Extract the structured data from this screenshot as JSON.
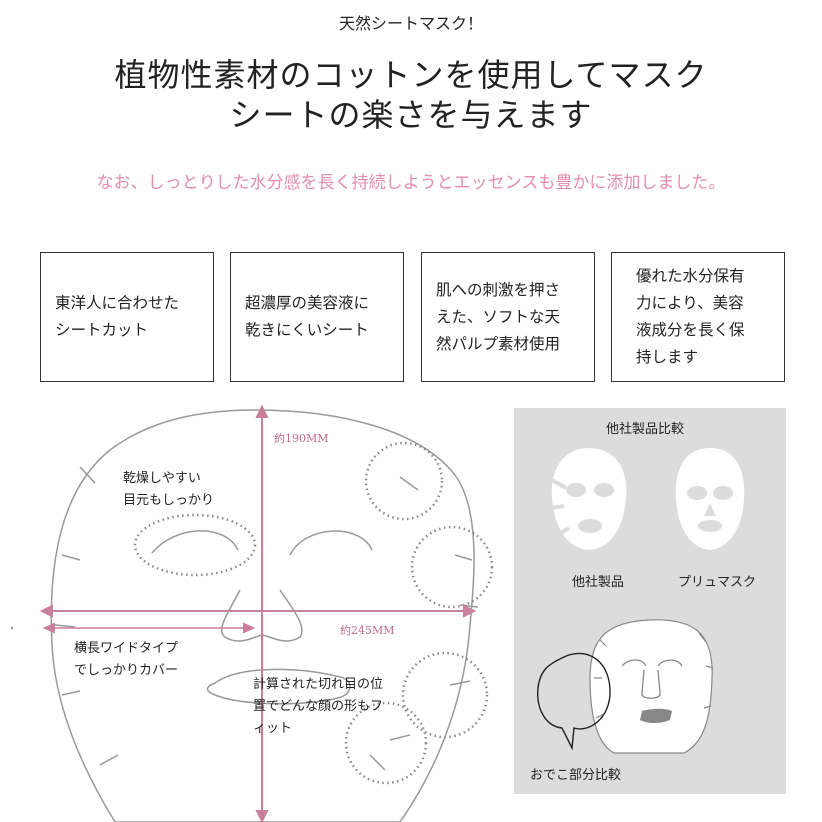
{
  "header": {
    "eyebrow": "天然シートマスク！",
    "headline_line1": "植物性素材のコットンを使用してマスク",
    "headline_line2": "シートの楽さを与えます",
    "subline": "なお、しっとりした水分感を長く持続しようとエッセンスも豊かに添加しました。"
  },
  "features": [
    {
      "text": "東洋人に合わせた\nシートカット"
    },
    {
      "text": "超濃厚の美容液に\n乾きにくいシート"
    },
    {
      "text": "肌への刺激を押さ\nえた、ソフトな天\n然パルプ素材使用"
    },
    {
      "text": "優れた水分保有\n力により、美容\n液成分を長く保\n持します"
    }
  ],
  "mask_diagram": {
    "height_label": "約190MM",
    "width_label": "約245MM",
    "eye_note": "乾燥しやすい\n目元もしっかり",
    "wide_note": "横長ワイドタイプ\nでしっかりカバー",
    "cut_note": "計算された切れ目の位\n置でどんな顔の形もフ\nィット"
  },
  "comparison": {
    "title": "他社製品比較",
    "other_label": "他社製品",
    "ours_label": "プリュマスク",
    "forehead_label": "おでこ部分比較"
  },
  "colors": {
    "accent_pink": "#e48cb0",
    "dim_line": "#c97f9d",
    "panel_gray": "#dcdcdc"
  }
}
